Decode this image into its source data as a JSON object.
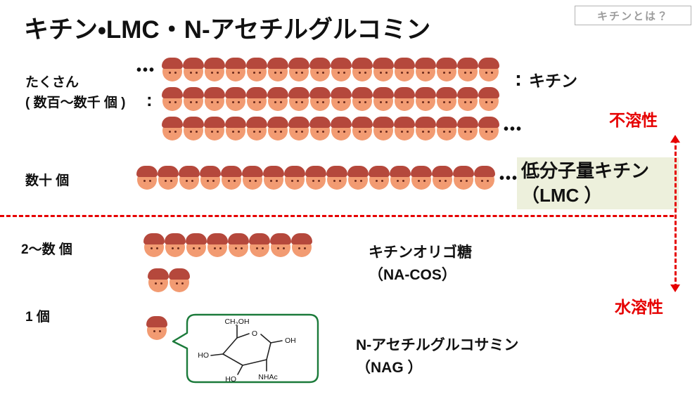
{
  "corner_note": "キチンとは？",
  "title": "キチン・LMC・N-アセチルグルコミン",
  "row_labels": {
    "many_line1": "たくさん",
    "many_line2": "( 数百～数千 個 )",
    "tens": "数十 個",
    "two_to_several": "2～数 個",
    "one": "1 個"
  },
  "annotations": {
    "chitin": "キチン",
    "insoluble": "不溶性",
    "soluble": "水溶性",
    "lmc_line1": "低分子量キチン",
    "lmc_line2": "（LMC ）",
    "oligo_line1": "キチンオリゴ糖",
    "oligo_line2": "（NA-COS）",
    "nag_line1": "N-アセチルグルコサミン",
    "nag_line2": "（NAG ）"
  },
  "marks": {
    "row_ellipsis": "•••",
    "column_dots": ":"
  },
  "chains": {
    "chitin_row_units": [
      16,
      16,
      16
    ],
    "lmc_units": 17,
    "oligo_units": 8,
    "dimer_units": 2,
    "monomer_units": 1
  },
  "chem": {
    "ring_o": "O",
    "ch2oh_main": "CH",
    "ch2oh_sub": "2",
    "ch2oh_tail": "OH",
    "oh_right": "OH",
    "ho_left": "HO",
    "ho_bottom": "HO",
    "nhac": "NHAc"
  },
  "colors": {
    "unit_body": "#F29B72",
    "unit_cap": "#B5483C",
    "accent_red": "#E60000",
    "lmc_bg": "#EDF0DC",
    "bubble_green": "#1B7A3A"
  }
}
